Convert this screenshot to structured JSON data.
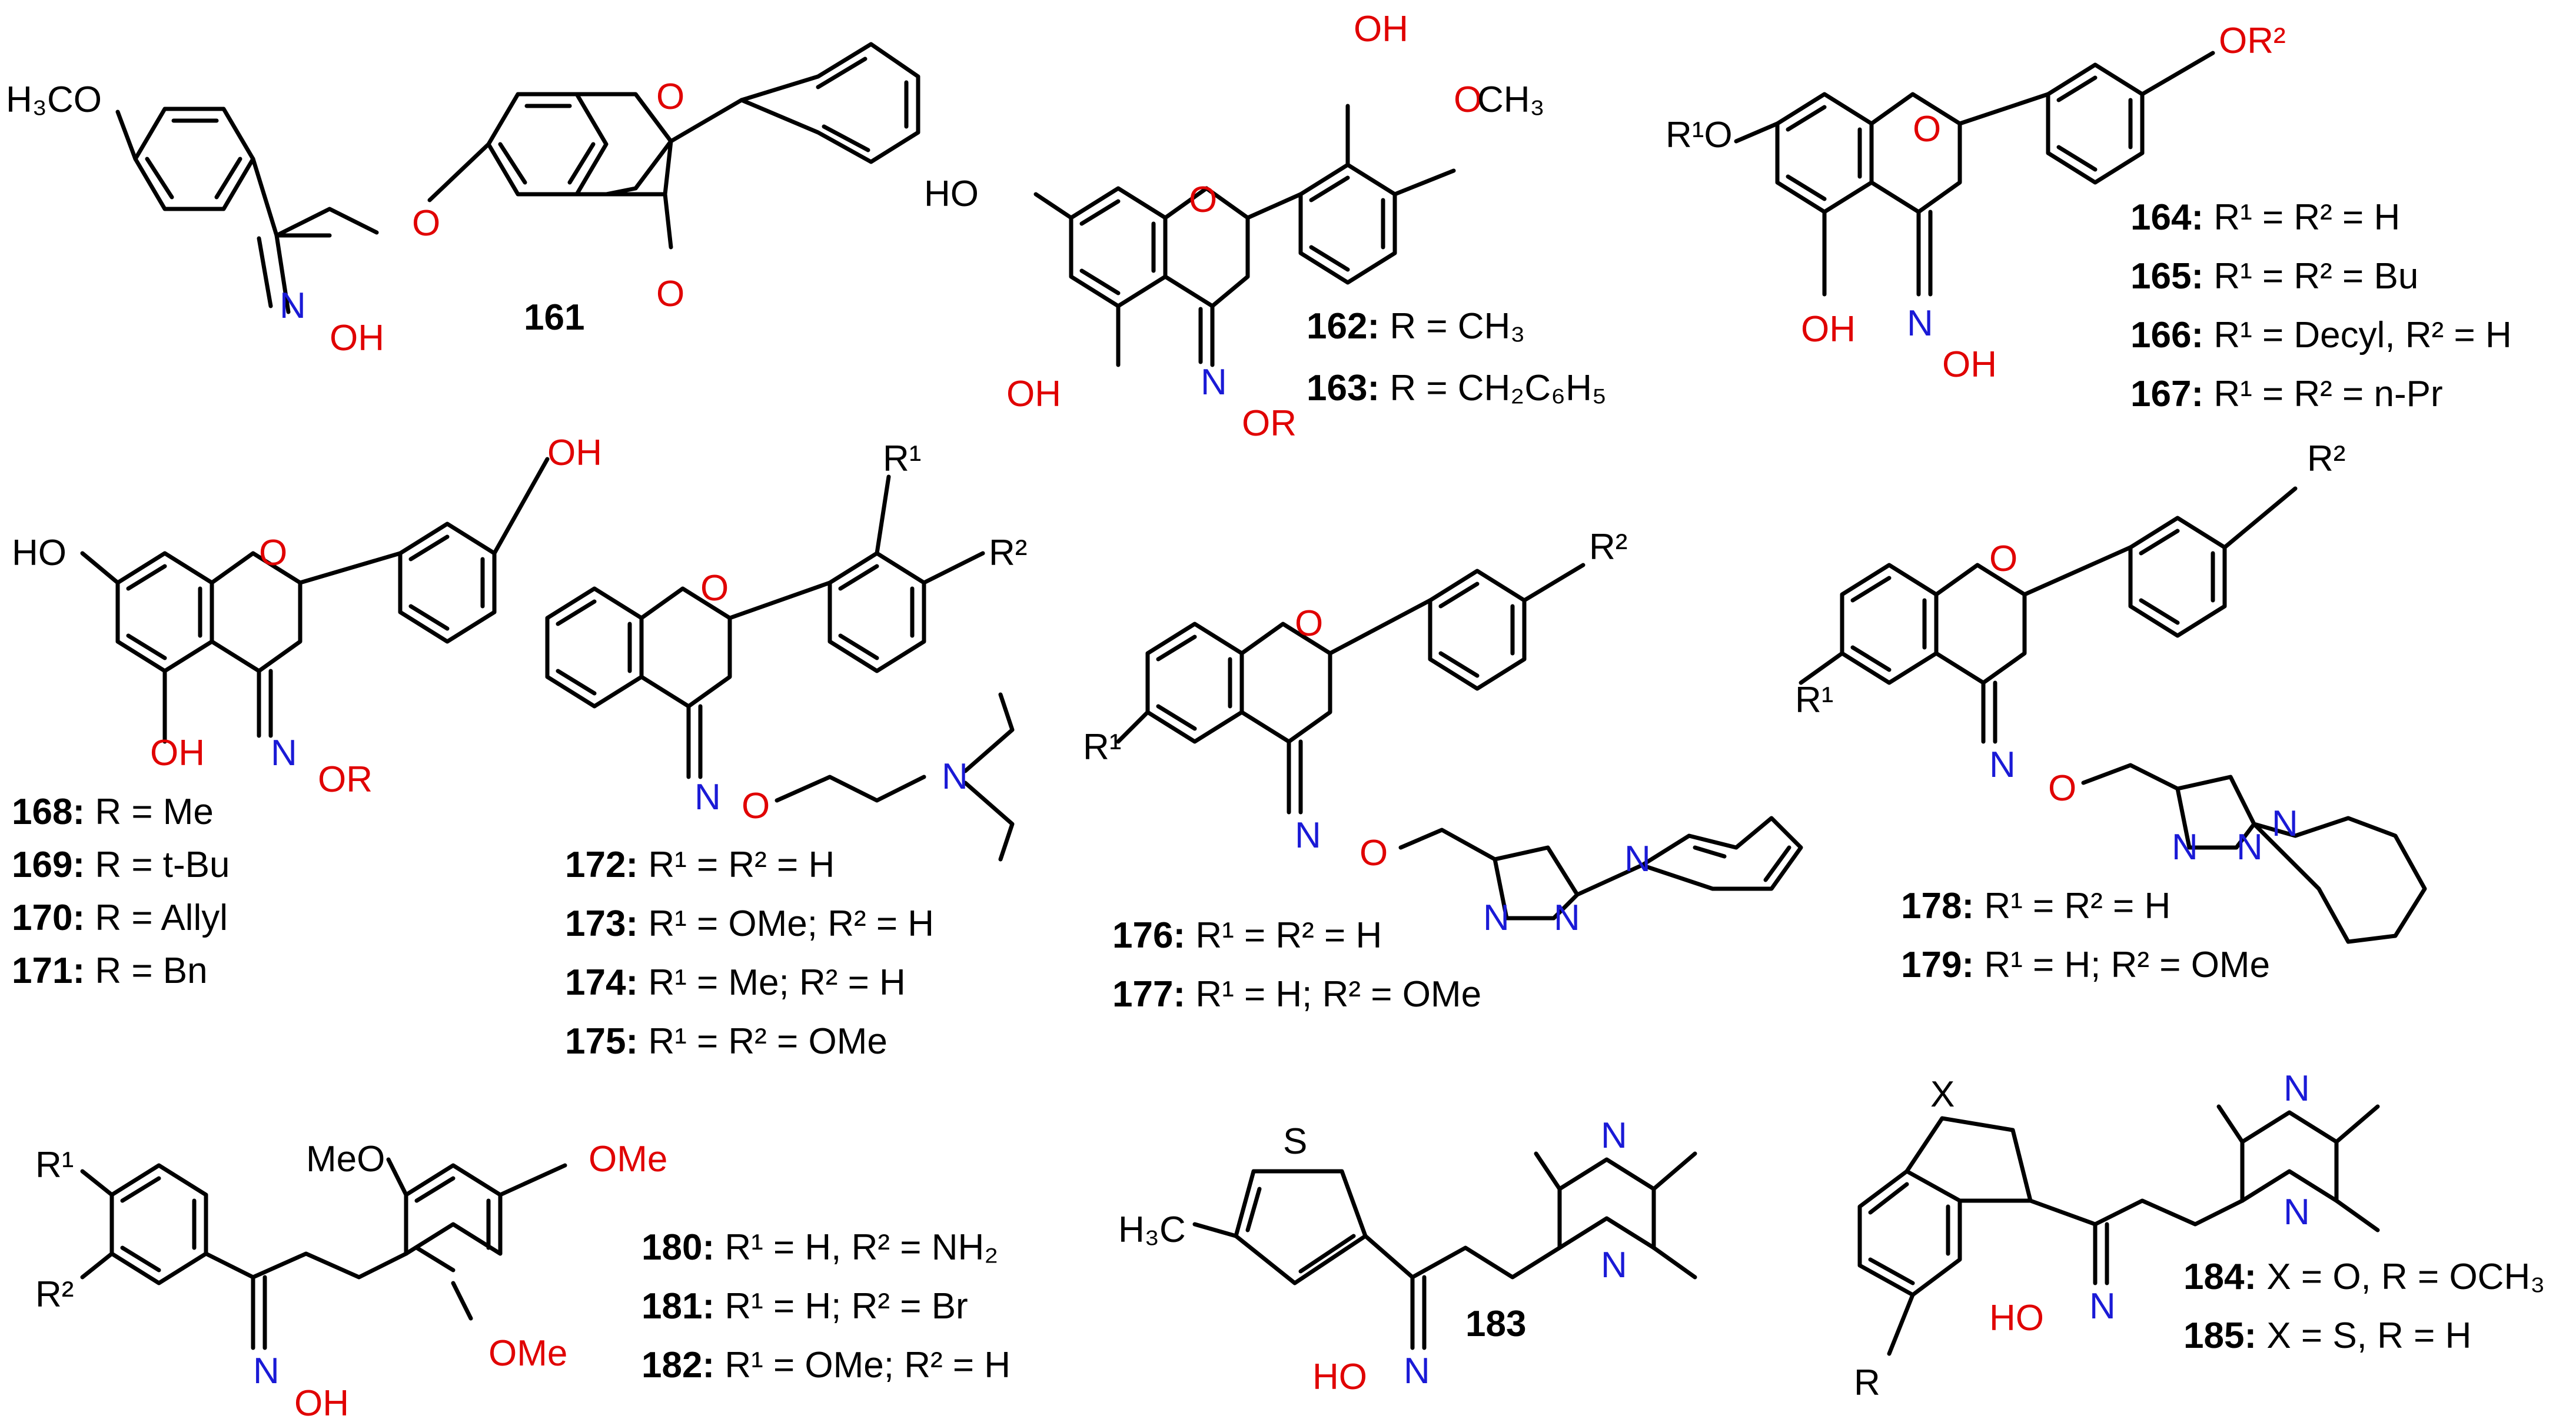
{
  "colors": {
    "oxygen": "#e00000",
    "nitrogen": "#1a1ad6",
    "bond": "#000000"
  },
  "atoms": {
    "O": "O",
    "N": "N",
    "S": "S",
    "X": "X",
    "R": "R",
    "OH": "OH",
    "HO": "HO",
    "OR": "OR",
    "OMe": "OMe",
    "MeO": "MeO",
    "R1": "R¹",
    "R2": "R²",
    "H3CO": "H₃CO",
    "OCH3": "OCH₃",
    "H3C": "H₃C",
    "R1O": "R¹O",
    "OR2": "OR²"
  },
  "c161": {
    "id": "161"
  },
  "c162": {
    "lines": [
      {
        "id": "162:",
        "text": " R = CH₃"
      },
      {
        "id": "163:",
        "text": " R = CH₂C₆H₅"
      }
    ]
  },
  "c164": {
    "lines": [
      {
        "id": "164:",
        "text": " R¹ = R² = H"
      },
      {
        "id": "165:",
        "text": " R¹ = R² = Bu"
      },
      {
        "id": "166:",
        "text": " R¹ = Decyl, R² = H"
      },
      {
        "id": "167:",
        "text": " R¹ = R² = n-Pr"
      }
    ]
  },
  "c168": {
    "lines": [
      {
        "id": "168:",
        "text": " R = Me"
      },
      {
        "id": "169:",
        "text": " R = t-Bu"
      },
      {
        "id": "170:",
        "text": " R = Allyl"
      },
      {
        "id": "171:",
        "text": " R = Bn"
      }
    ]
  },
  "c172": {
    "lines": [
      {
        "id": "172:",
        "text": " R¹ = R² = H"
      },
      {
        "id": "173:",
        "text": " R¹ = OMe;  R² = H"
      },
      {
        "id": "174:",
        "text": " R¹ = Me; R² = H"
      },
      {
        "id": "175:",
        "text": " R¹ = R² = OMe"
      }
    ]
  },
  "c176": {
    "lines": [
      {
        "id": "176:",
        "text": " R¹ = R² = H"
      },
      {
        "id": "177:",
        "text": " R¹ = H;  R² = OMe"
      }
    ]
  },
  "c178": {
    "lines": [
      {
        "id": "178:",
        "text": " R¹ = R² = H"
      },
      {
        "id": "179:",
        "text": " R¹ = H; R² = OMe"
      }
    ]
  },
  "c180": {
    "lines": [
      {
        "id": "180:",
        "text": " R¹ = H, R² = NH₂"
      },
      {
        "id": "181:",
        "text": " R¹ = H; R² = Br"
      },
      {
        "id": "182:",
        "text": " R¹ = OMe; R² = H"
      }
    ]
  },
  "c183": {
    "id": "183"
  },
  "c184": {
    "lines": [
      {
        "id": "184:",
        "text": " X = O, R = OCH₃"
      },
      {
        "id": "185:",
        "text": " X = S, R = H"
      }
    ]
  }
}
